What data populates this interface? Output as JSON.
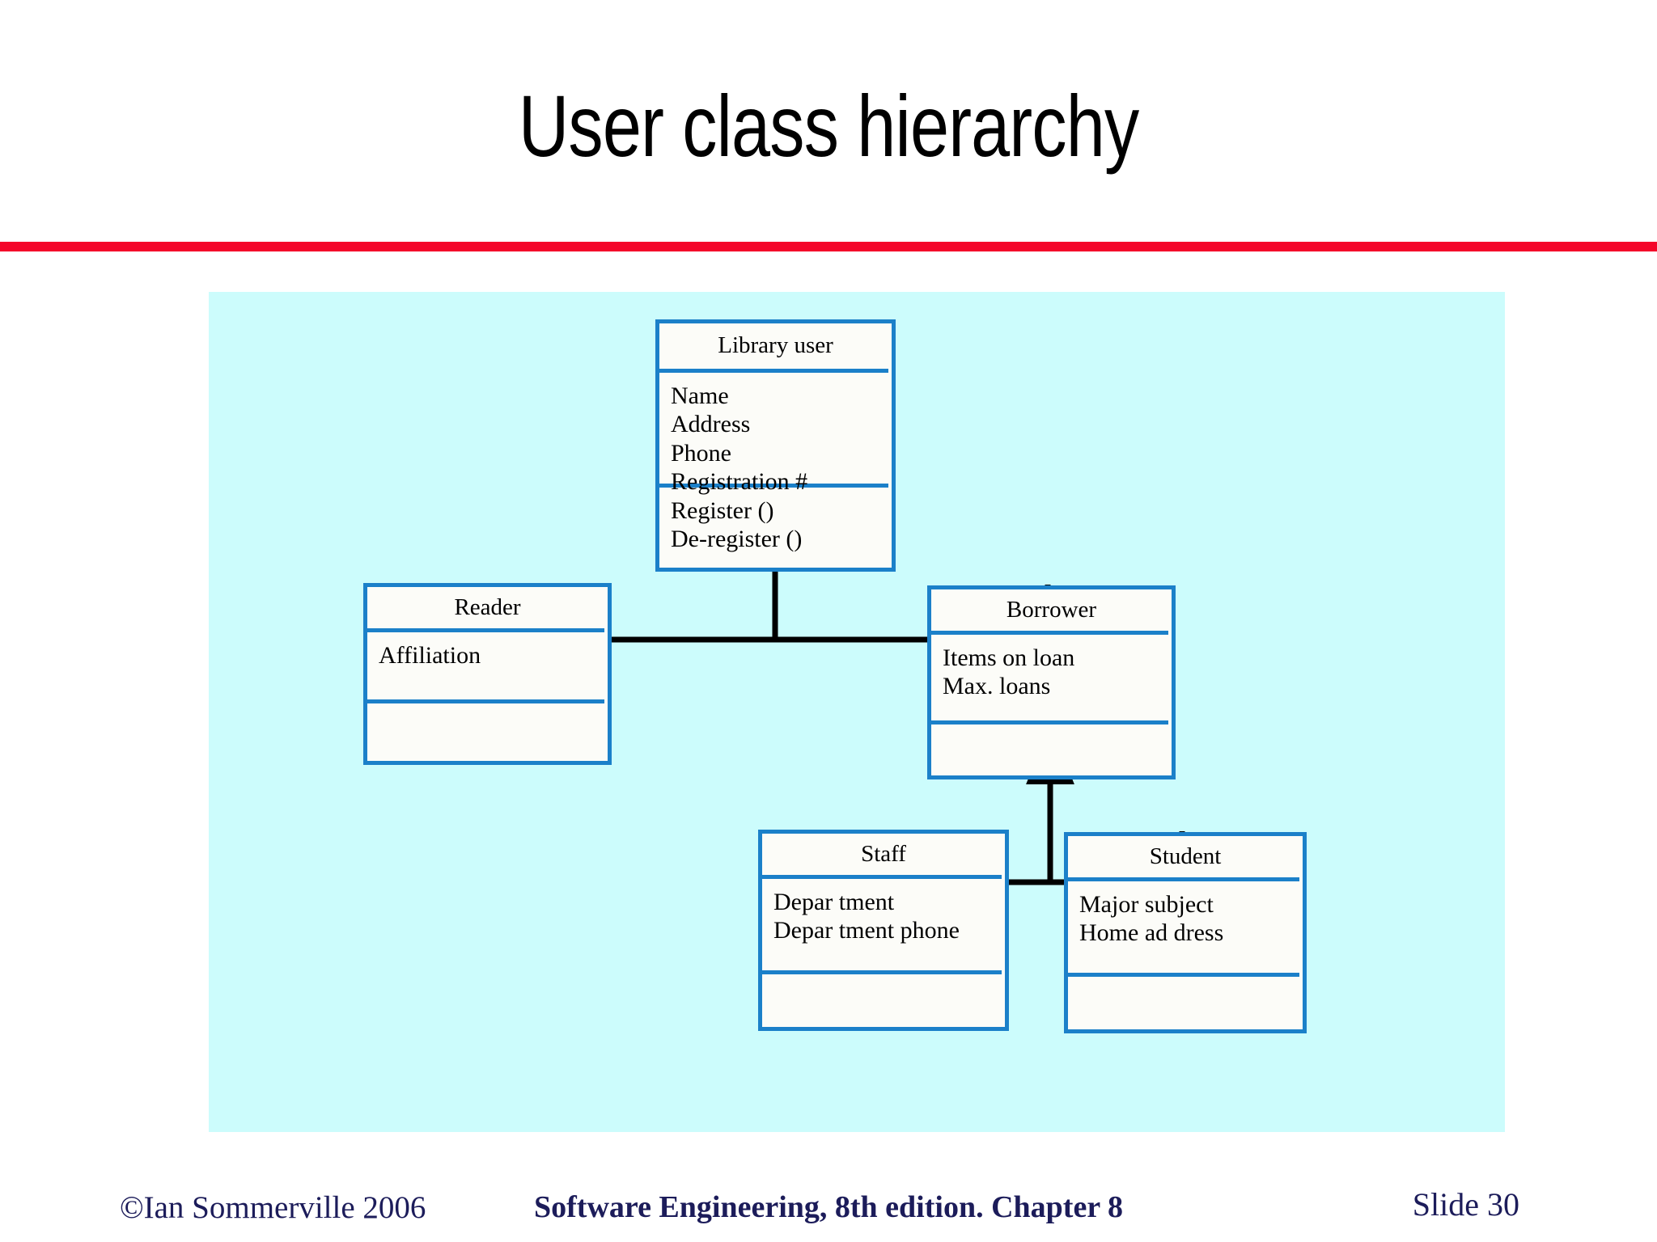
{
  "slide": {
    "title": "User class hierarchy",
    "accent_rule_color": "#f4062a",
    "panel_background": "#ccfcfc",
    "class_border_color": "#1b80c9",
    "class_fill_color": "#fcfcf8",
    "connector_color": "#000000",
    "footer_text_color": "#1c1c5a"
  },
  "diagram": {
    "type": "uml-class-hierarchy",
    "classes": [
      {
        "id": "library-user",
        "name": "Library  user",
        "attributes": [
          "Name",
          "Address",
          "Phone",
          "Registration #"
        ],
        "operations": [
          "Register ()",
          "De-register ()"
        ]
      },
      {
        "id": "reader",
        "name": "Reader",
        "attributes": [
          "Affiliation"
        ],
        "operations": []
      },
      {
        "id": "borrower",
        "name": "Borrower",
        "attributes": [
          "Items on loan",
          "Max. loans"
        ],
        "operations": []
      },
      {
        "id": "staff",
        "name": "Staff",
        "attributes": [
          "Depar tment",
          "Depar tment phone"
        ],
        "operations": []
      },
      {
        "id": "student",
        "name": "Student",
        "attributes": [
          "Major subject",
          "Home ad dress"
        ],
        "operations": []
      }
    ],
    "generalizations": [
      {
        "parent": "library-user",
        "children": [
          "reader",
          "borrower"
        ]
      },
      {
        "parent": "borrower",
        "children": [
          "staff",
          "student"
        ]
      }
    ]
  },
  "footer": {
    "copyright": "©Ian Sommerville 2006",
    "center": "Software Engineering, 8th edition. Chapter 8",
    "slide_label": "Slide  30"
  }
}
